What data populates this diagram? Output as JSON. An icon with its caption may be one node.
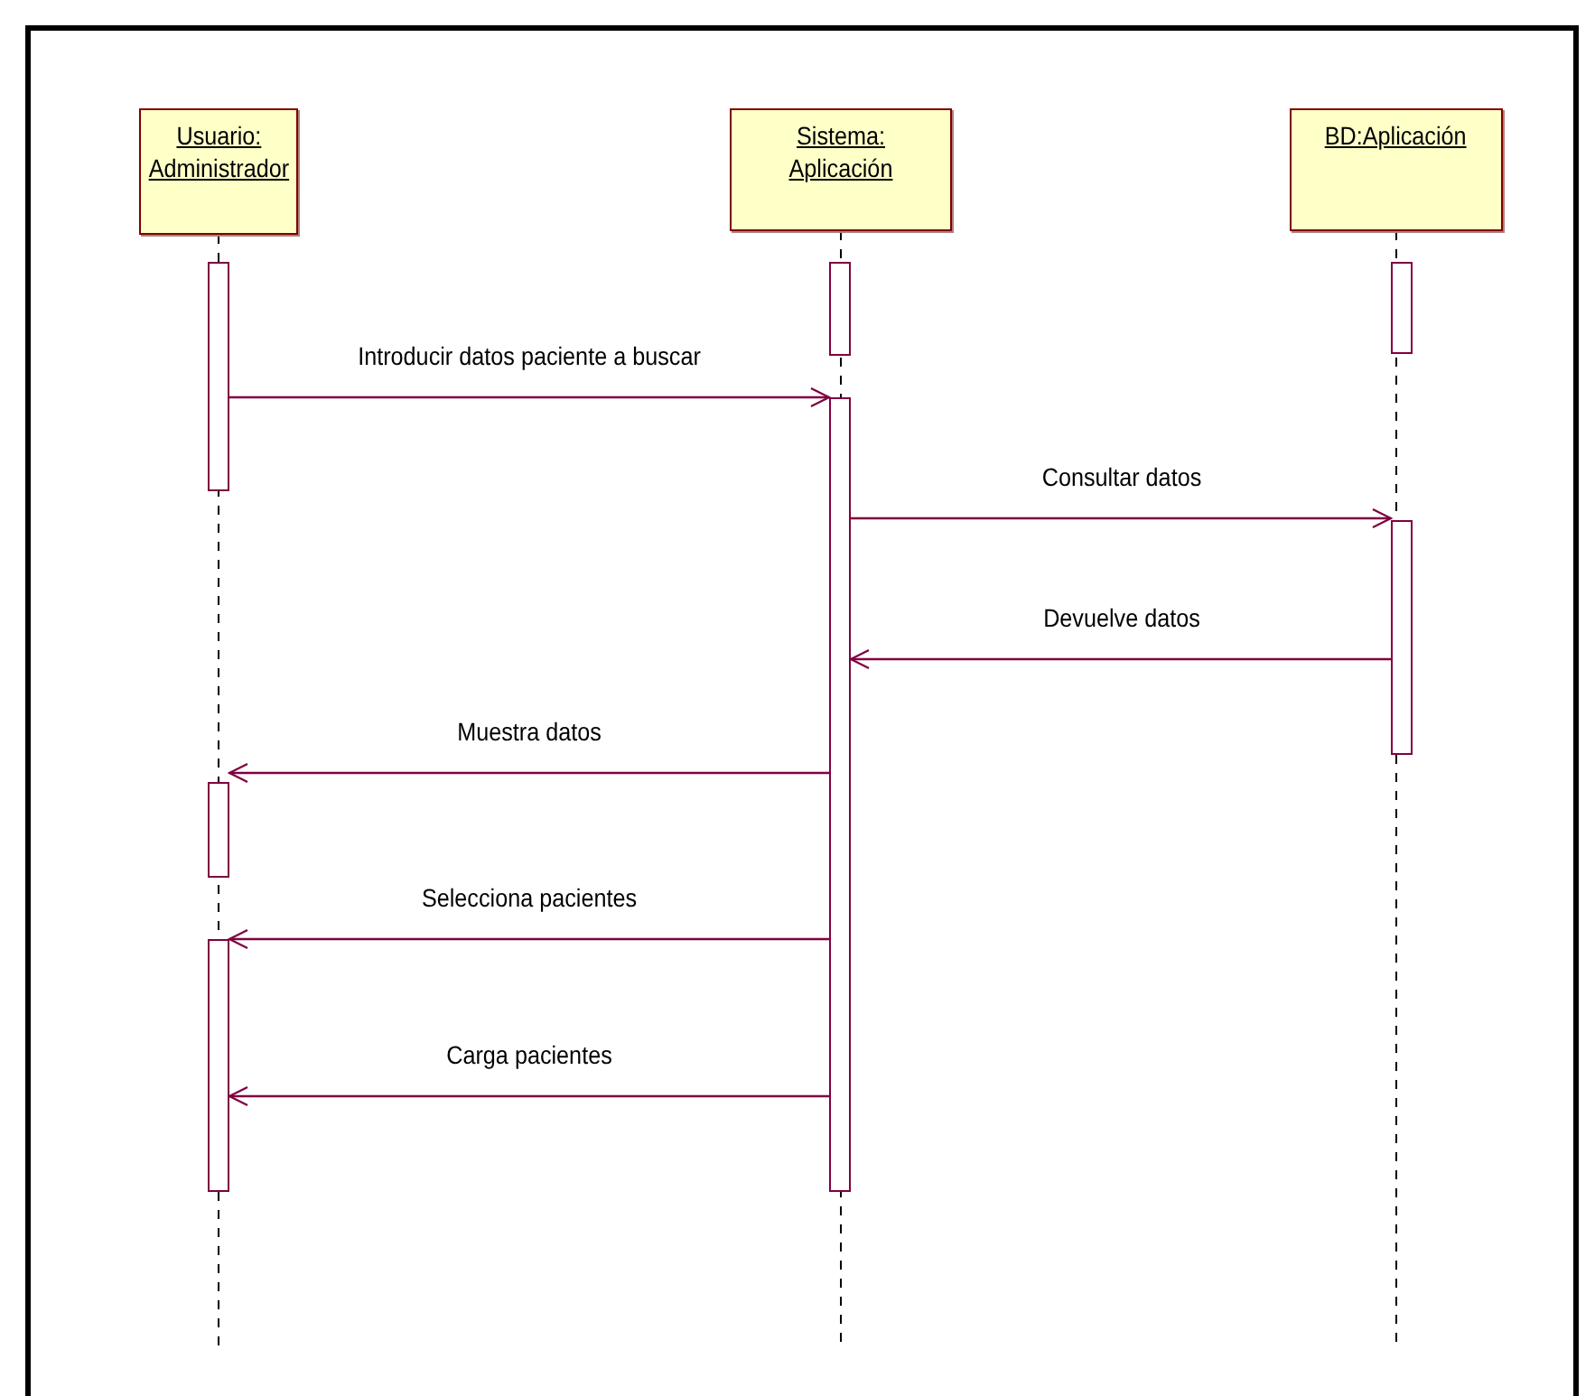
{
  "diagram": {
    "nodes": [
      {
        "text": [
          "Usuario: Administrador"
        ]
      },
      {
        "text": [
          "Sistema: Aplicación"
        ]
      },
      {
        "text": [
          "BD:Aplicación"
        ]
      },
      {
        "text": [],
        "shape": "bar"
      },
      {
        "text": [],
        "shape": "bar"
      },
      {
        "text": [],
        "shape": "bar"
      },
      {
        "text": [],
        "shape": "bar"
      },
      {
        "text": [],
        "shape": "bar"
      },
      {
        "text": [],
        "shape": "bar"
      },
      {
        "text": [],
        "shape": "bar"
      }
    ],
    "edges": [
      {
        "from": 3,
        "to": 7,
        "arrow": "to",
        "label": "Introducir datos paciente a buscar"
      },
      {
        "from": 7,
        "to": 9,
        "arrow": "to",
        "label": "Consultar datos"
      },
      {
        "from": 9,
        "to": 7,
        "arrow": "to",
        "label": "Devuelve datos"
      },
      {
        "from": 7,
        "to": 4,
        "arrow": "to",
        "label": "Muestra datos"
      },
      {
        "from": 7,
        "to": 5,
        "arrow": "to",
        "label": "Selecciona pacientes"
      },
      {
        "from": 7,
        "to": 5,
        "arrow": "to",
        "label": "Carga pacientes"
      }
    ]
  }
}
